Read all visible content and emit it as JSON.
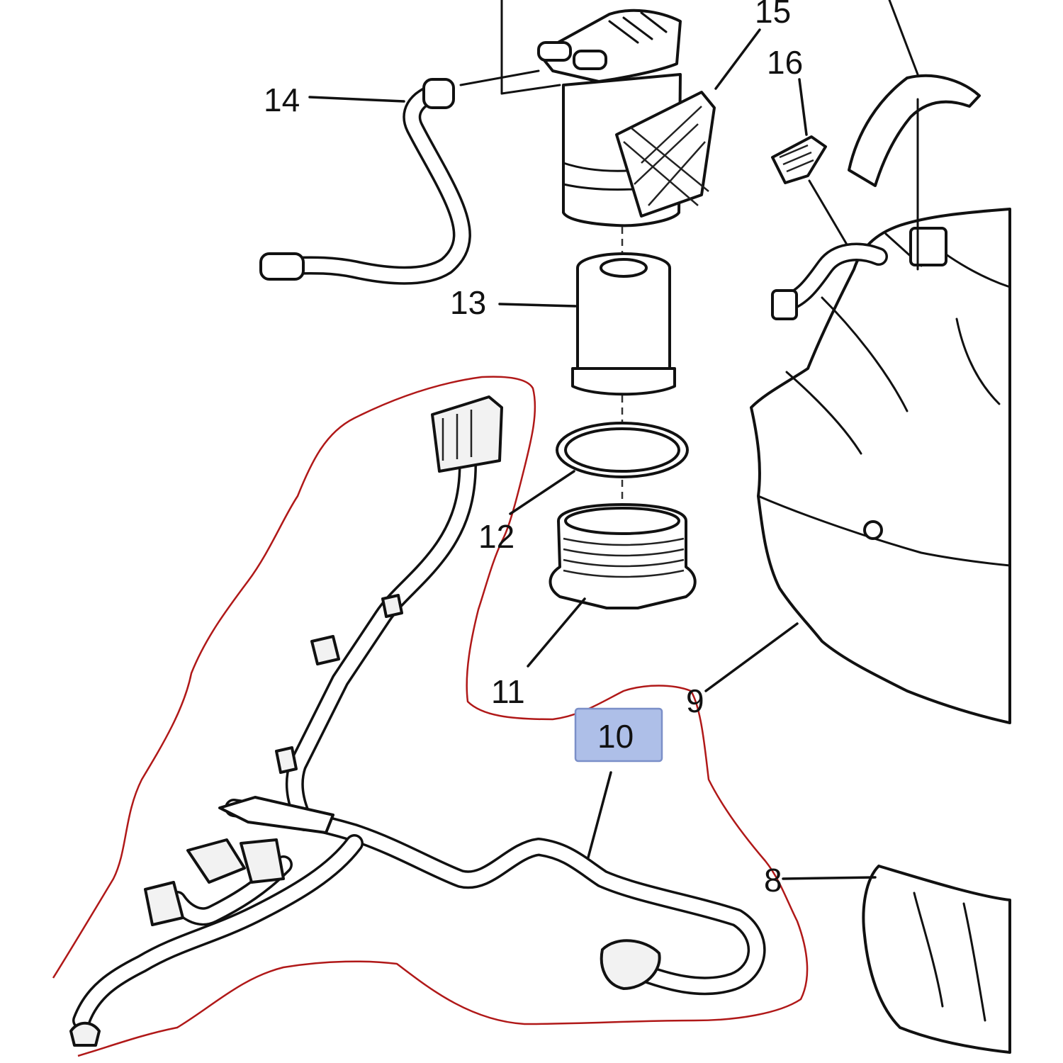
{
  "diagram": {
    "callouts": {
      "c8": "8",
      "c9": "9",
      "c10": "10",
      "c11": "11",
      "c12": "12",
      "c13": "13",
      "c14": "14",
      "c15": "15",
      "c16": "16"
    },
    "highlight_color": "#aebfe8",
    "outline_color": "#b01818"
  }
}
